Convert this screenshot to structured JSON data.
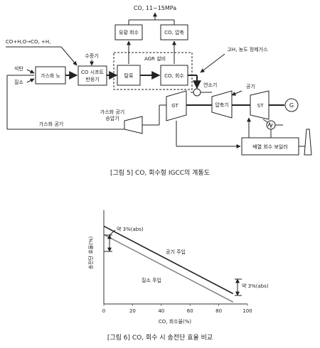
{
  "figure5": {
    "co2_output": "CO, 11~15MPa",
    "reaction": "CO+H,O→CO, +H,",
    "steam_label": "수증기",
    "hp_gas_label": "고H, 농도 정제가스",
    "agr_label": "AGR 설비",
    "coal_label": "석탄",
    "nitrogen_label": "질소",
    "gasifier": "가스화 노",
    "shift_reactor_line1": "CO 시프트",
    "shift_reactor_line2": "반응기",
    "sulfur_recovery": "유황 회수",
    "co2_compression": "CO, 압축",
    "desulfurization": "탈류",
    "co2_recovery": "CO, 회수",
    "combustor": "연소기",
    "air_label": "공기",
    "gt": "GT",
    "compressor": "압축기",
    "st": "ST",
    "generator": "G",
    "gasification_air": "가스화 공기",
    "booster_line1": "가스화 공기",
    "booster_line2": "승압기",
    "hrsg": "배열 회수 보일러",
    "caption": "[그림 5] CO, 회수형 IGCC의 계통도"
  },
  "figure6": {
    "caption": "[그림 6] CO, 회수 시 송전단 효율 비교",
    "chart_data": {
      "type": "line",
      "xlabel": "CO, 회수율(%)",
      "ylabel": "송전단 효율(%)",
      "xlim": [
        0,
        100
      ],
      "xticks": [
        "0",
        "20",
        "40",
        "60",
        "80",
        "100"
      ],
      "series": [
        {
          "name": "공기 주입",
          "x": [
            0,
            90
          ],
          "y": [
            0.83,
            0.11
          ],
          "color": "#222222"
        },
        {
          "name": "질소 주입",
          "x": [
            0,
            90
          ],
          "y": [
            0.74,
            0.02
          ],
          "color": "#888888"
        }
      ],
      "annotations": [
        "약 3%(abs)",
        "약 3%(abs)"
      ]
    }
  }
}
